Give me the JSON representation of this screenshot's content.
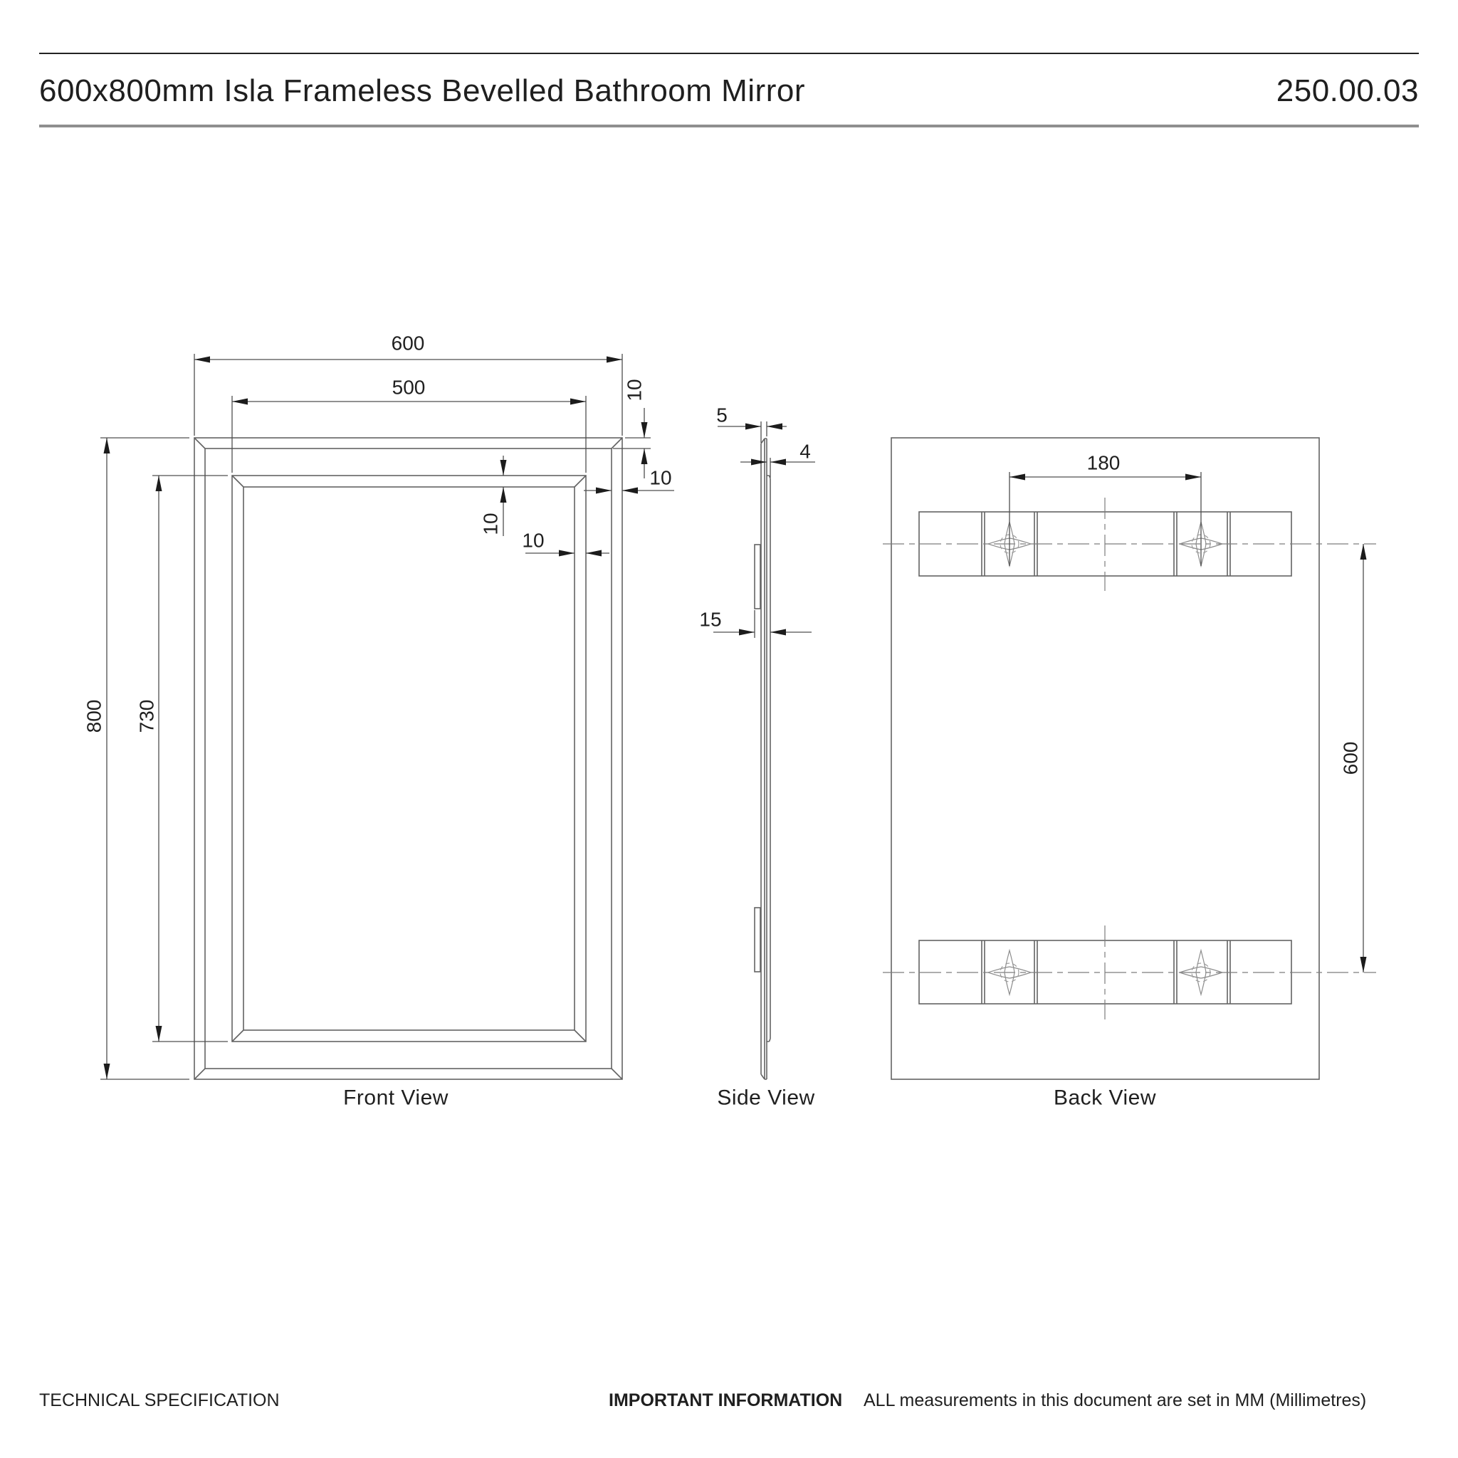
{
  "header": {
    "title": "600x800mm Isla Frameless Bevelled Bathroom Mirror",
    "code": "250.00.03"
  },
  "views": {
    "front": {
      "label": "Front View",
      "dims": {
        "overall_width": "600",
        "inner_width": "500",
        "overall_height": "800",
        "inner_height": "730",
        "bevel_top": "10",
        "bevel_right": "10",
        "inner_bevel_top": "10",
        "inner_bevel_right": "10"
      }
    },
    "side": {
      "label": "Side View",
      "dims": {
        "glass_thickness": "5",
        "backing_thickness": "4",
        "total_depth": "15"
      }
    },
    "back": {
      "label": "Back View",
      "dims": {
        "hanger_spacing": "180",
        "hanger_row_spacing": "600"
      }
    }
  },
  "footer": {
    "left": "TECHNICAL SPECIFICATION",
    "important_label": "IMPORTANT INFORMATION",
    "important_text": "ALL measurements in this document are set in MM (Millimetres)"
  }
}
